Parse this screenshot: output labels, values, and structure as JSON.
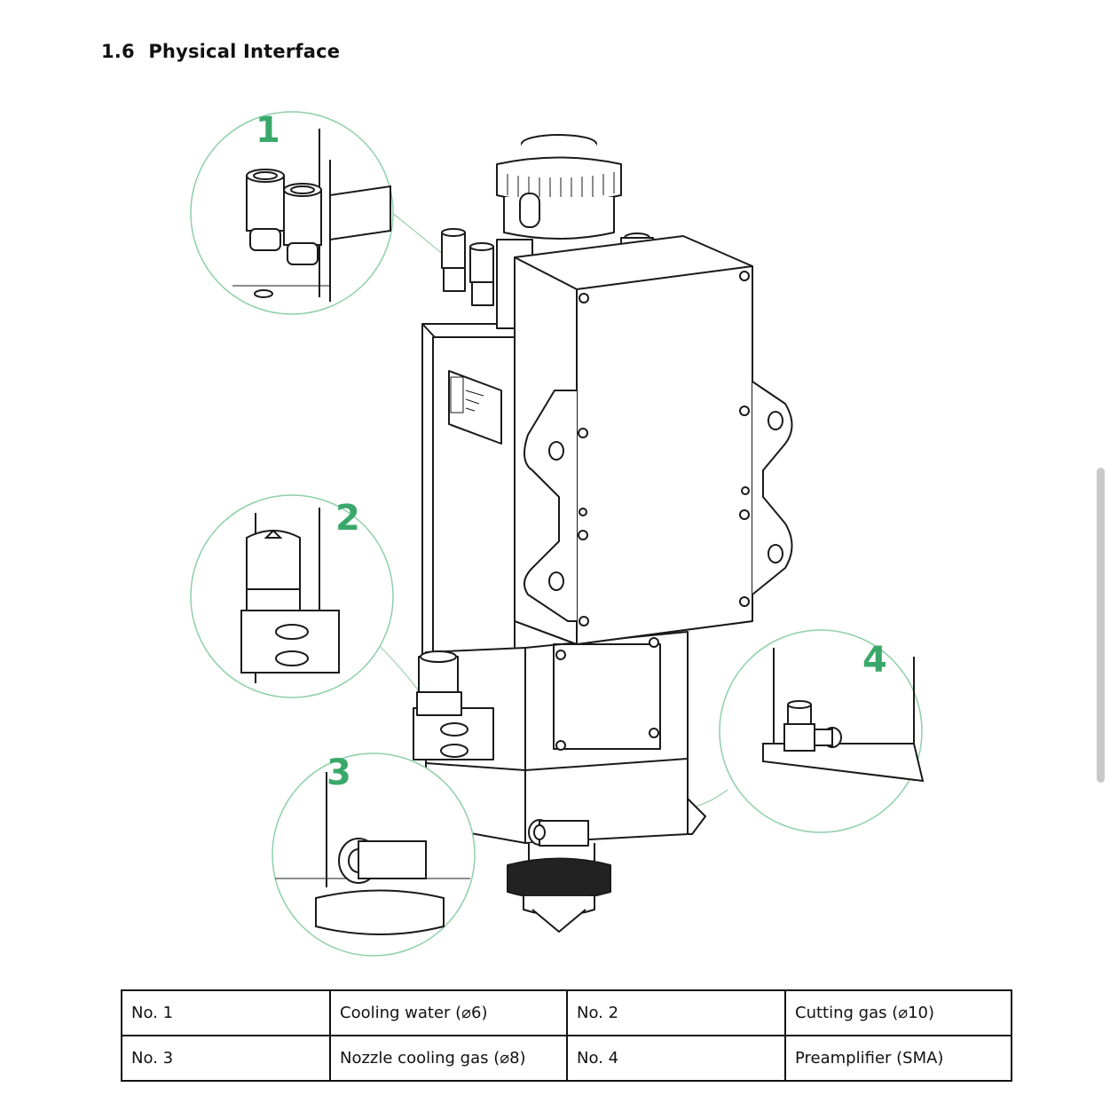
{
  "section": {
    "number": "1.6",
    "title": "Physical Interface"
  },
  "callouts": [
    "1",
    "2",
    "3",
    "4"
  ],
  "colors": {
    "callout": "#3aa86b",
    "outline": "#1a1a1a",
    "circle": "#8fcfa8"
  },
  "interfaces": [
    {
      "no": "No. 1",
      "desc": "Cooling water (⌀6)"
    },
    {
      "no": "No. 2",
      "desc": "Cutting gas (⌀10)"
    },
    {
      "no": "No. 3",
      "desc": "Nozzle cooling gas (⌀8)"
    },
    {
      "no": "No. 4",
      "desc": "Preamplifier (SMA)"
    }
  ]
}
